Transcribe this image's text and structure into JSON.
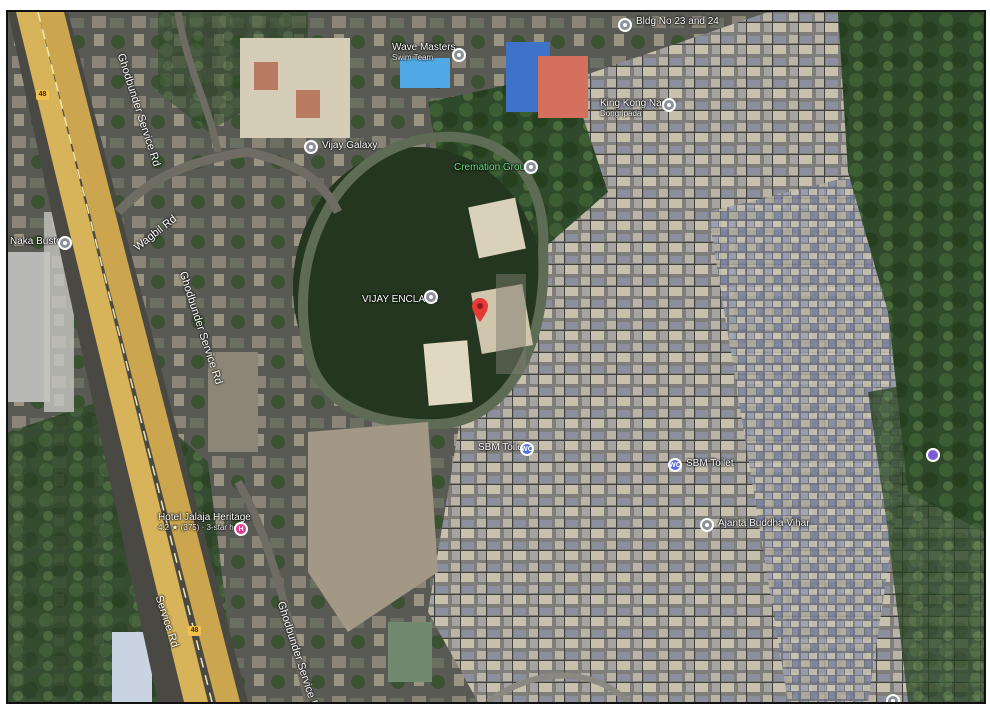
{
  "map": {
    "route_shield": "48",
    "roads": [
      {
        "id": "ghodbunder-service-rd-1",
        "label": "Ghodbunder Service Rd"
      },
      {
        "id": "wagbil-rd",
        "label": "Wagbil Rd"
      },
      {
        "id": "ghodbunder-service-rd-2",
        "label": "Ghodbunder Service Rd"
      },
      {
        "id": "service-rd",
        "label": "Service Rd"
      },
      {
        "id": "ghodbunder-service-rd-3",
        "label": "Ghodbunder Service Rd"
      }
    ],
    "places": [
      {
        "id": "wave-masters",
        "label": "Wave Masters",
        "sub": "Swim Team",
        "icon": "location-pin-icon"
      },
      {
        "id": "bldg-23-24",
        "label": "Bldg No 23 and 24",
        "sub": "",
        "icon": "location-pin-icon"
      },
      {
        "id": "king-kong-nagar",
        "label": "King Kong Nagar",
        "sub": "Dongripada",
        "icon": "location-pin-icon"
      },
      {
        "id": "vijay-galaxy",
        "label": "Vijay Galaxy",
        "sub": "",
        "icon": "location-pin-icon"
      },
      {
        "id": "cremation-ground",
        "label": "Cremation Ground",
        "sub": "",
        "icon": "cemetery-icon"
      },
      {
        "id": "naka-bustop",
        "label": "Naka Bustop",
        "sub": "",
        "icon": "location-pin-icon"
      },
      {
        "id": "vijay-enclave",
        "label": "VIJAY ENCLAVE",
        "sub": "",
        "icon": "location-pin-icon"
      },
      {
        "id": "sbm-toilet-1",
        "label": "SBM Toilet",
        "sub": "",
        "icon": "toilet-icon"
      },
      {
        "id": "sbm-toilet-2",
        "label": "SBM Toilet",
        "sub": "",
        "icon": "toilet-icon"
      },
      {
        "id": "ajanta-buddha-vihar",
        "label": "Ajanta Buddha Vihar",
        "sub": "",
        "icon": "location-pin-icon"
      },
      {
        "id": "hotel-jalaja-heritage",
        "label": "Hotel Jalaja Heritage",
        "sub": "4.2 ★ (375) · 3-star hotel",
        "icon": "hotel-icon"
      }
    ],
    "selected_marker": {
      "label": "",
      "icon": "red-location-marker-icon"
    },
    "colors": {
      "highway": "#d7b35a",
      "marker": "#e53935",
      "poi_pink": "#e4398e",
      "poi_purple": "#7b5cd6",
      "toilet": "#5a6de0"
    }
  }
}
